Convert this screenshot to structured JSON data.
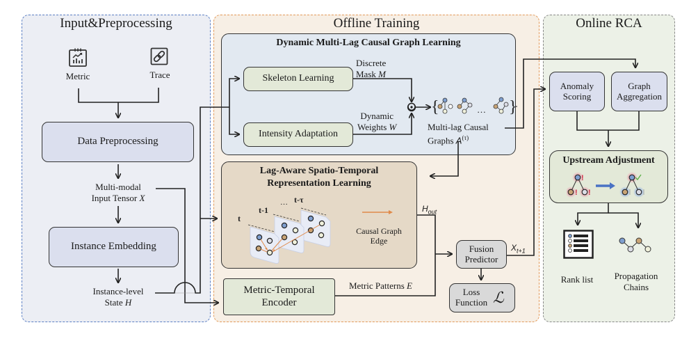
{
  "panels": {
    "input": {
      "title": "Input&Preprocessing",
      "metric_label": "Metric",
      "trace_label": "Trace",
      "data_preprocessing": "Data Preprocessing",
      "tensor_line1": "Multi-modal",
      "tensor_line2": "Input Tensor X",
      "instance_embedding": "Instance Embedding",
      "state_line1": "Instance-level",
      "state_line2": "State H"
    },
    "offline": {
      "title": "Offline Training",
      "causal_block": {
        "title": "Dynamic Multi-Lag Causal Graph Learning",
        "skeleton": "Skeleton Learning",
        "intensity": "Intensity Adaptation",
        "mask_line1": "Discrete",
        "mask_line2": "Mask M",
        "weights_line1": "Dynamic",
        "weights_line2": "Weights W",
        "operator": "⊙",
        "ellipsis": "…",
        "graphs_line1": "Multi-lag Causal",
        "graphs_line2": "Graphs A(τ)"
      },
      "lag_block": {
        "title_line1": "Lag-Aware Spatio-Temporal",
        "title_line2": "Representation Learning",
        "t_label": "t",
        "t1_label": "t-1",
        "dots": "…",
        "tt_label": "t-τ",
        "legend_line1": "Causal Graph",
        "legend_line2": "Edge"
      },
      "h_out": "H_out",
      "metric_encoder_line1": "Metric-Temporal",
      "metric_encoder_line2": "Encoder",
      "metric_patterns": "Metric Patterns E",
      "fusion_line1": "Fusion",
      "fusion_line2": "Predictor",
      "x_next": "X_t+1",
      "loss_line1": "Loss",
      "loss_line2": "Function",
      "loss_symbol": "ℒ"
    },
    "online": {
      "title": "Online RCA",
      "anomaly_line1": "Anomaly",
      "anomaly_line2": "Scoring",
      "graph_line1": "Graph",
      "graph_line2": "Aggregation",
      "upstream": "Upstream Adjustment",
      "rank_list": "Rank list",
      "prop_line1": "Propagation",
      "prop_line2": "Chains"
    }
  },
  "colors": {
    "input_bg": "#eceef4",
    "input_border": "#5b7fc4",
    "offline_bg": "#f7efe5",
    "offline_border": "#e39a5a",
    "online_bg": "#ecf1e7",
    "online_border": "#888888",
    "causal_bg": "#e2e9f1",
    "lag_bg": "#e5d9c7",
    "green_box": "#e3e9d8",
    "lilac_box": "#dbdfee",
    "gray_box": "#d9d9d9",
    "node_blue": "#7f9fcf",
    "node_tan": "#c9a577",
    "node_cream": "#f0f1dc",
    "node_gray": "#dcdde6",
    "edge_orange": "#e08a4a",
    "alert_red": "#d2304a",
    "check_green": "#5fb04a"
  }
}
